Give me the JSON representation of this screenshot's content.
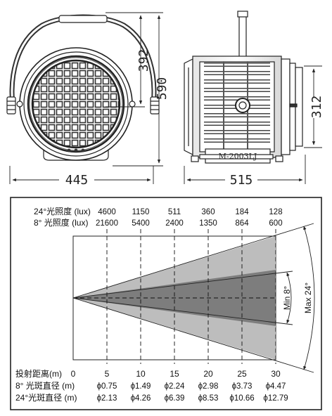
{
  "top_drawings": {
    "front_height_label": "392",
    "front_total_height_label": "590",
    "front_width_label": "445",
    "side_length_label": "515",
    "side_lens_height_label": "312",
    "model_plate": "M-2003LJ"
  },
  "beam_table": {
    "row_24_label": "24°光照度 (lux)",
    "row_8_label": "8° 光照度 (lux)",
    "lux_24": [
      "4600",
      "1150",
      "511",
      "360",
      "184",
      "128"
    ],
    "lux_8": [
      "21600",
      "5400",
      "2400",
      "1350",
      "864",
      "600"
    ],
    "distance_label": "投射距离(m)",
    "distances": [
      "0",
      "5",
      "10",
      "15",
      "20",
      "25",
      "30"
    ],
    "spot8_label": "8° 光斑直径 (m)",
    "spot8": [
      "ϕ0.75",
      "ϕ1.49",
      "ϕ2.24",
      "ϕ2.98",
      "ϕ3.73",
      "ϕ4.47"
    ],
    "spot24_label": "24°光斑直径 (m)",
    "spot24": [
      "ϕ2.13",
      "ϕ4.26",
      "ϕ6.39",
      "ϕ8.53",
      "ϕ10.66",
      "ϕ12.79"
    ],
    "min_angle_label": "Min 8°",
    "max_angle_label": "Max 24°",
    "beam_colors": {
      "wide": "#bdbdbd",
      "narrow": "#7d7d7d"
    }
  }
}
